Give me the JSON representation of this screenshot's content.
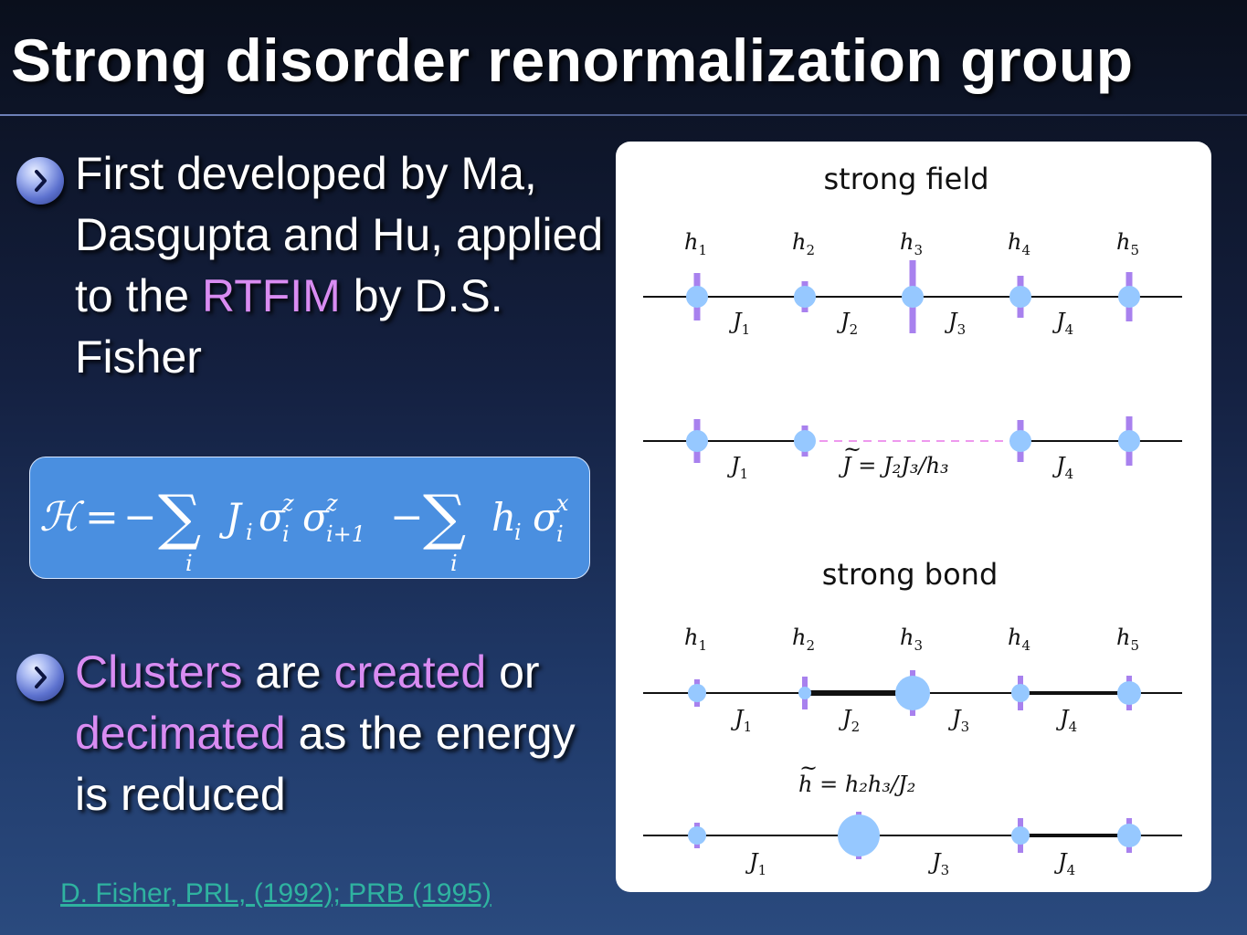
{
  "slide": {
    "title": "Strong disorder renormalization group"
  },
  "bullets": [
    {
      "parts": [
        {
          "text": "First developed by Ma, Dasgupta and Hu, applied to the "
        },
        {
          "text": "RTFIM"
        },
        {
          "text": " by D.S. Fisher"
        }
      ]
    },
    {
      "parts": [
        {
          "text": "Clusters"
        },
        {
          "text": " are "
        },
        {
          "text": "created"
        },
        {
          "text": " or "
        },
        {
          "text": "decimated"
        },
        {
          "text": " as the energy is reduced"
        }
      ]
    }
  ],
  "formula": {
    "lhs": "ℋ",
    "equals": "=",
    "minus": "−",
    "sum": "∑",
    "index": "i",
    "coupling": "J",
    "field": "h",
    "sigma": "σ",
    "z": "z",
    "x": "x",
    "i_plus_1": "i+1"
  },
  "reference": {
    "text": "D. Fisher, PRL, (1992); PRB (1995)"
  },
  "figure": {
    "colors": {
      "site": "#96c8ff",
      "field_bar": "#a881ee",
      "effective_bond": "#ee99ee",
      "chain": "#111111"
    },
    "strong_field": {
      "title": "strong field",
      "site_labels": [
        "h",
        "h",
        "h",
        "h",
        "h"
      ],
      "site_indices": [
        "1",
        "2",
        "3",
        "4",
        "5"
      ],
      "bond_labels": [
        "J",
        "J",
        "J",
        "J"
      ],
      "bond_indices": [
        "1",
        "2",
        "3",
        "4"
      ],
      "after_bond_labels": [
        "J",
        "J"
      ],
      "after_bond_indices": [
        "1",
        "4"
      ],
      "effective_coupling": {
        "symbol": "J",
        "tilde": "~",
        "rhs": "= J₂J₃/h₃"
      }
    },
    "strong_bond": {
      "title": "strong bond",
      "site_labels": [
        "h",
        "h",
        "h",
        "h",
        "h"
      ],
      "site_indices": [
        "1",
        "2",
        "3",
        "4",
        "5"
      ],
      "bond_labels": [
        "J",
        "J",
        "J",
        "J"
      ],
      "bond_indices": [
        "1",
        "2",
        "3",
        "4"
      ],
      "after_bond_labels": [
        "J",
        "J",
        "J"
      ],
      "after_bond_indices": [
        "1",
        "3",
        "4"
      ],
      "effective_field": {
        "symbol": "h",
        "tilde": "~",
        "rhs": "= h₂h₃/J₂"
      }
    }
  }
}
